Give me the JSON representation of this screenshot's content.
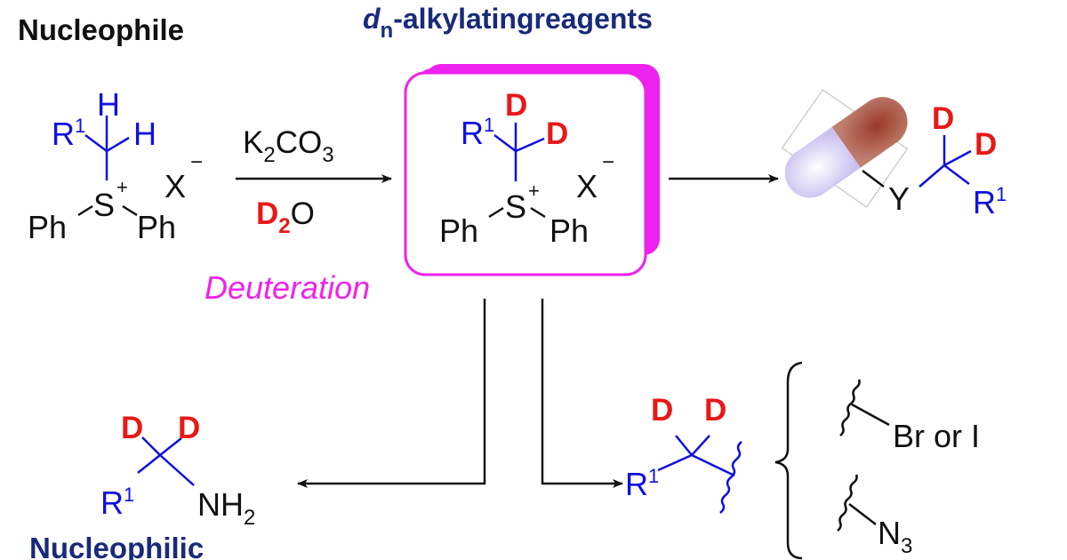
{
  "headings": {
    "nucleophile": "Nucleophile",
    "reagents_prefix": "d",
    "reagents_sub": "n",
    "reagents_suffix": "-alkylatingreagents",
    "nucleophilic": "Nucleophilic"
  },
  "reaction": {
    "base_k": "K",
    "base_k_sub": "2",
    "base_co": "CO",
    "base_co_sub": "3",
    "solvent_d": "D",
    "solvent_d_sub": "2",
    "solvent_o": "O",
    "process_label": "Deuteration"
  },
  "atoms": {
    "H": "H",
    "D": "D",
    "R": "R",
    "R_sup": "1",
    "S": "S",
    "plus": "+",
    "X": "X",
    "minus": "−",
    "Ph": "Ph",
    "Y": "Y",
    "N": "N",
    "N_sub": "3",
    "NH": "NH",
    "NH_sub": "2",
    "halide": "Br or I"
  },
  "colors": {
    "navy": "#1a2a7a",
    "blue": "#1010e0",
    "red": "#e81818",
    "magenta": "#ee22ee",
    "black": "#111111"
  }
}
